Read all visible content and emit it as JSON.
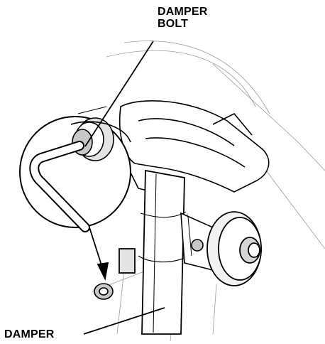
{
  "labels": {
    "damper_bolt_line1": "DAMPER",
    "damper_bolt_line2": "BOLT",
    "damper": "DAMPER"
  },
  "colors": {
    "ink": "#000000",
    "shading": "#c8c8c8",
    "light_shading": "#e4e4e4",
    "background": "#ffffff"
  }
}
